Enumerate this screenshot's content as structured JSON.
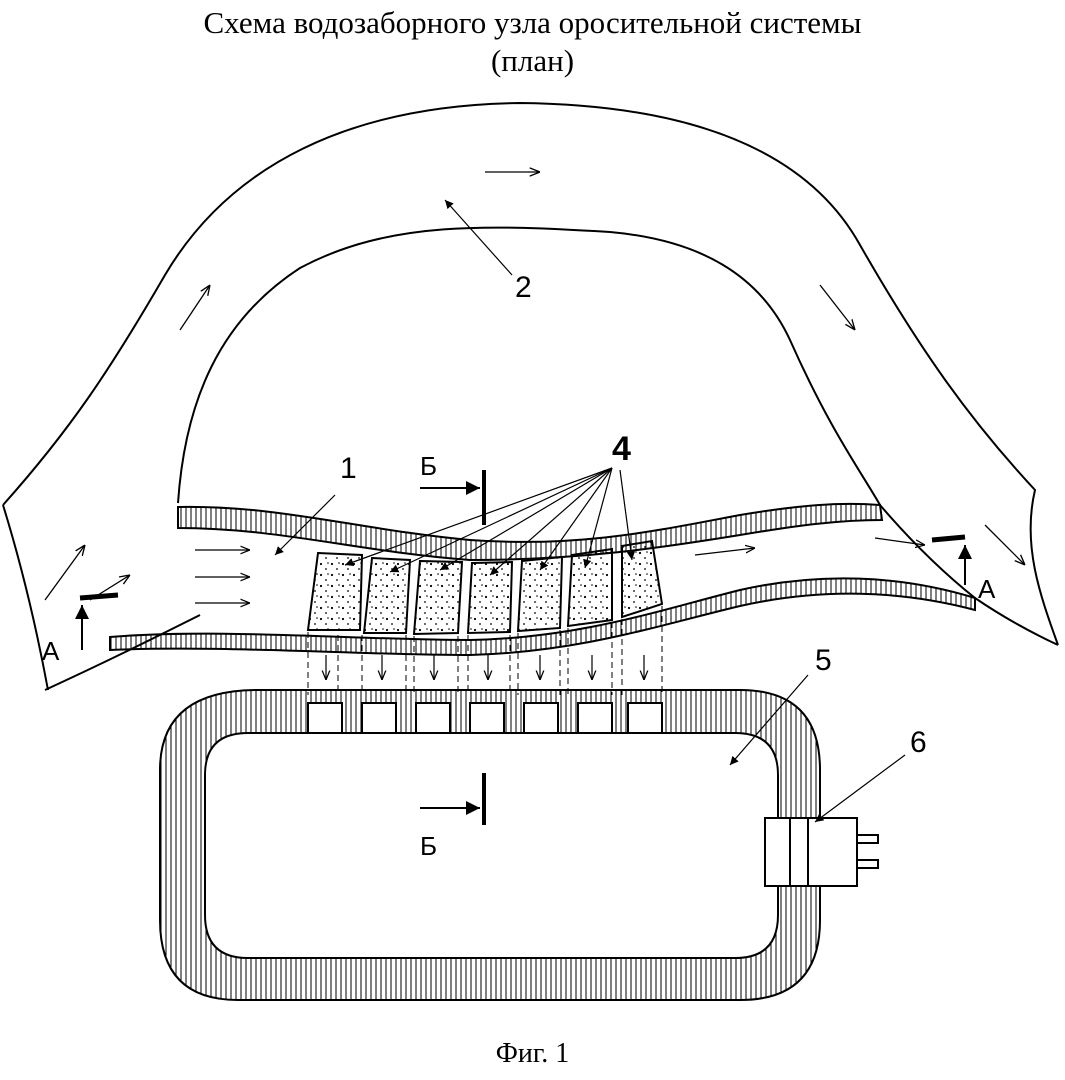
{
  "title": {
    "line1": "Схема водозаборного узла оросительной системы",
    "line2": "(план)"
  },
  "caption": "Фиг. 1",
  "labels": {
    "canal": "1",
    "river": "2",
    "filters": "4",
    "basin": "5",
    "pump": "6",
    "section_a": "А",
    "section_b": "Б"
  },
  "counts": {
    "filter_sections": 7
  },
  "colors": {
    "ink": "#000000",
    "paper": "#ffffff"
  }
}
